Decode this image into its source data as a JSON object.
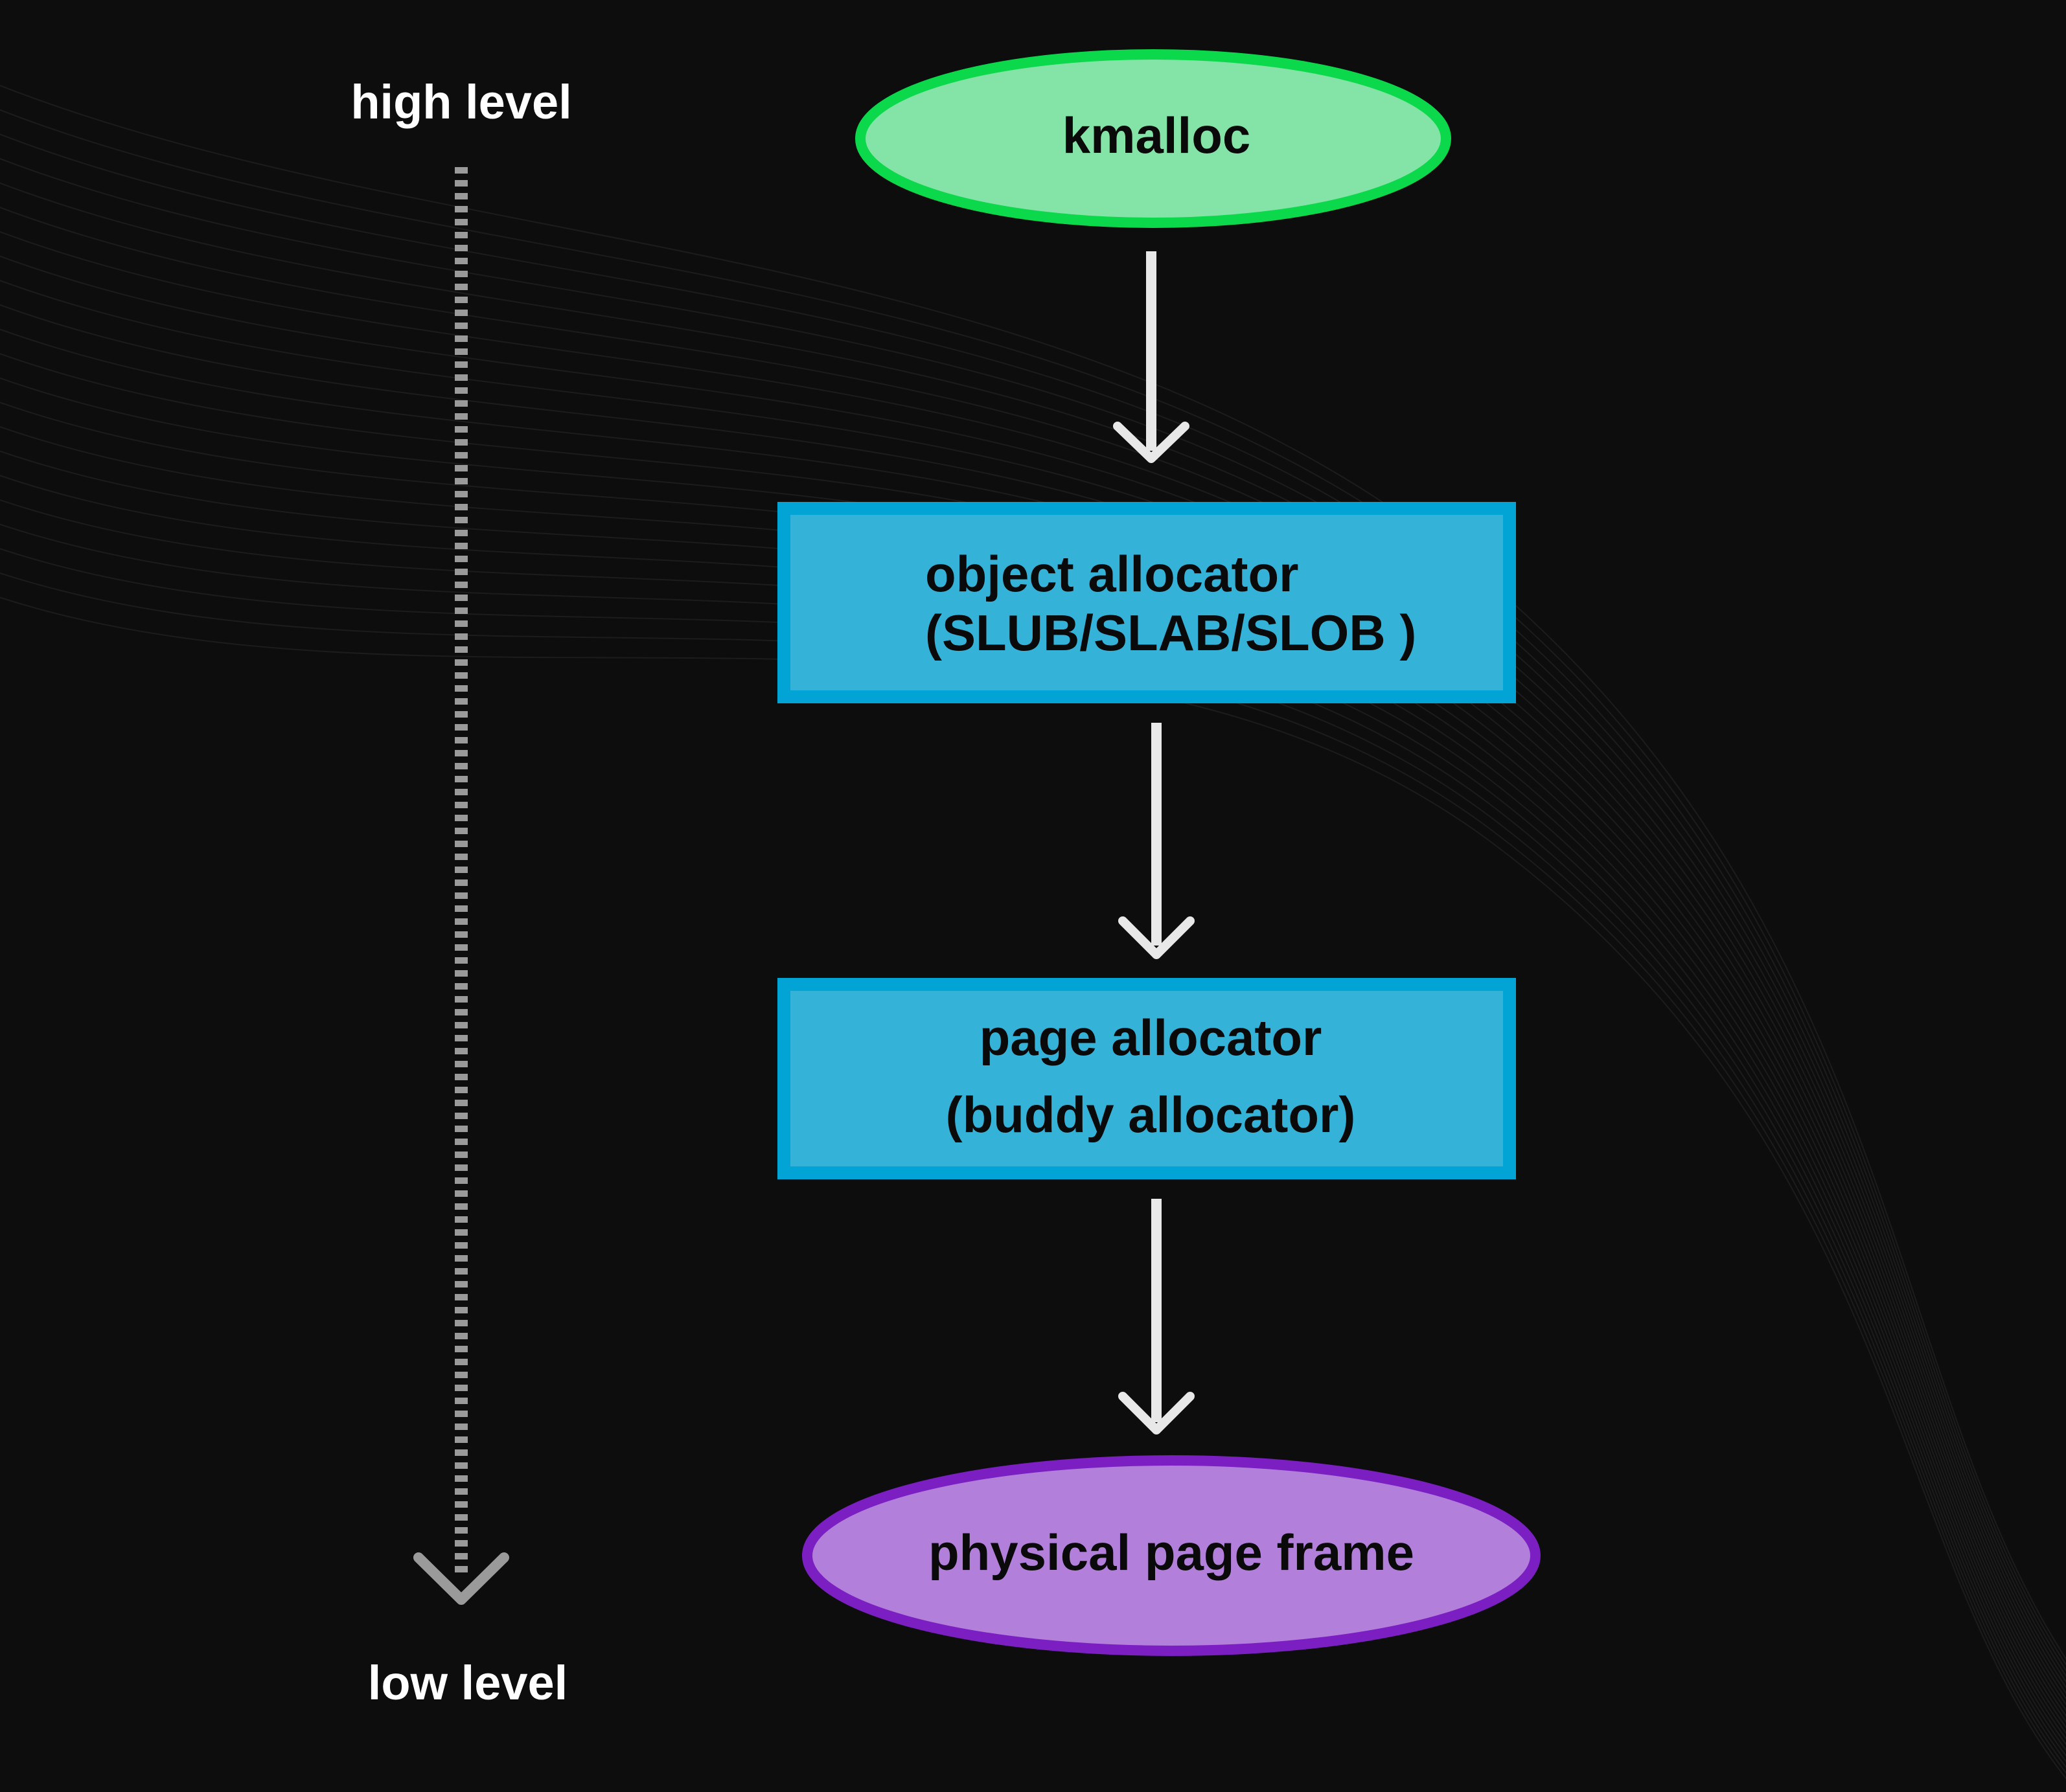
{
  "colors": {
    "background": "#0d0d0d",
    "start_fill": "#84e3a6",
    "start_stroke": "#0bd84a",
    "process_fill": "#35b2d8",
    "process_stroke": "#02a4d6",
    "end_fill": "#b27fdb",
    "end_stroke": "#7b1fc2",
    "arrow": "#e8e8e8",
    "level_axis": "#9a9a9a"
  },
  "level_axis": {
    "top_label": "high level",
    "bottom_label": "low level",
    "icon": "dotted-down-arrow-icon"
  },
  "nodes": {
    "kmalloc": {
      "label": "kmalloc",
      "shape": "ellipse"
    },
    "object_allocator": {
      "line1": "object allocator",
      "line2": "(SLUB/SLAB/SLOB )",
      "shape": "rectangle"
    },
    "page_allocator": {
      "line1": "page allocator",
      "line2": "(buddy allocator)",
      "shape": "rectangle"
    },
    "physical_page_frame": {
      "label": "physical page frame",
      "shape": "ellipse"
    }
  },
  "edges": [
    {
      "from": "kmalloc",
      "to": "object_allocator"
    },
    {
      "from": "object_allocator",
      "to": "page_allocator"
    },
    {
      "from": "page_allocator",
      "to": "physical_page_frame"
    }
  ]
}
